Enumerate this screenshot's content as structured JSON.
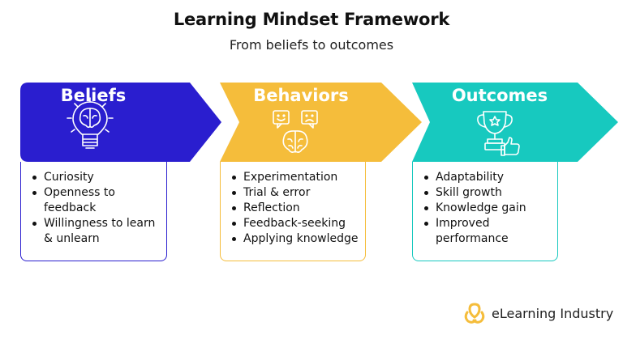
{
  "header": {
    "title": "Learning Mindset Framework",
    "subtitle": "From beliefs to outcomes"
  },
  "stages": [
    {
      "title": "Beliefs",
      "color": "#2a1ecf",
      "icon": "brain-lightbulb-icon",
      "items": [
        "Curiosity",
        "Openness to feedback",
        "Willingness to learn & unlearn"
      ]
    },
    {
      "title": "Behaviors",
      "color": "#f5bd3b",
      "icon": "brain-feedback-faces-icon",
      "items": [
        "Experimentation",
        "Trial & error",
        "Reflection",
        "Feedback-seeking",
        "Applying knowledge"
      ]
    },
    {
      "title": "Outcomes",
      "color": "#17c9bf",
      "icon": "trophy-thumbs-up-icon",
      "items": [
        "Adaptability",
        "Skill growth",
        "Knowledge gain",
        "Improved performance"
      ]
    }
  ],
  "brand": {
    "name": "eLearning Industry",
    "icon": "elearning-industry-logo-icon",
    "color": "#f5bd3b"
  }
}
